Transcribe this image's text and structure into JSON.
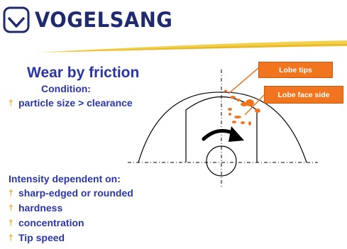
{
  "logo": {
    "text": "VOGELSANG",
    "icon": "check-box-icon",
    "color": "#1f2b6e"
  },
  "slide": {
    "title": "Wear by friction",
    "condition_heading": "Condition:",
    "condition_items": [
      "particle size > clearance"
    ],
    "intensity_heading": "Intensity dependent on:",
    "intensity_items": [
      "sharp-edged or rounded",
      "hardness",
      "concentration",
      "Tip speed"
    ]
  },
  "diagram": {
    "callouts": {
      "lobe_tips": "Lobe tips",
      "lobe_face_side": "Lobe face side"
    }
  },
  "colors": {
    "text": "#2a35a8",
    "bullet": "#f4a52a",
    "callout": "#f0751e",
    "swoosh": "#f2d04a"
  }
}
